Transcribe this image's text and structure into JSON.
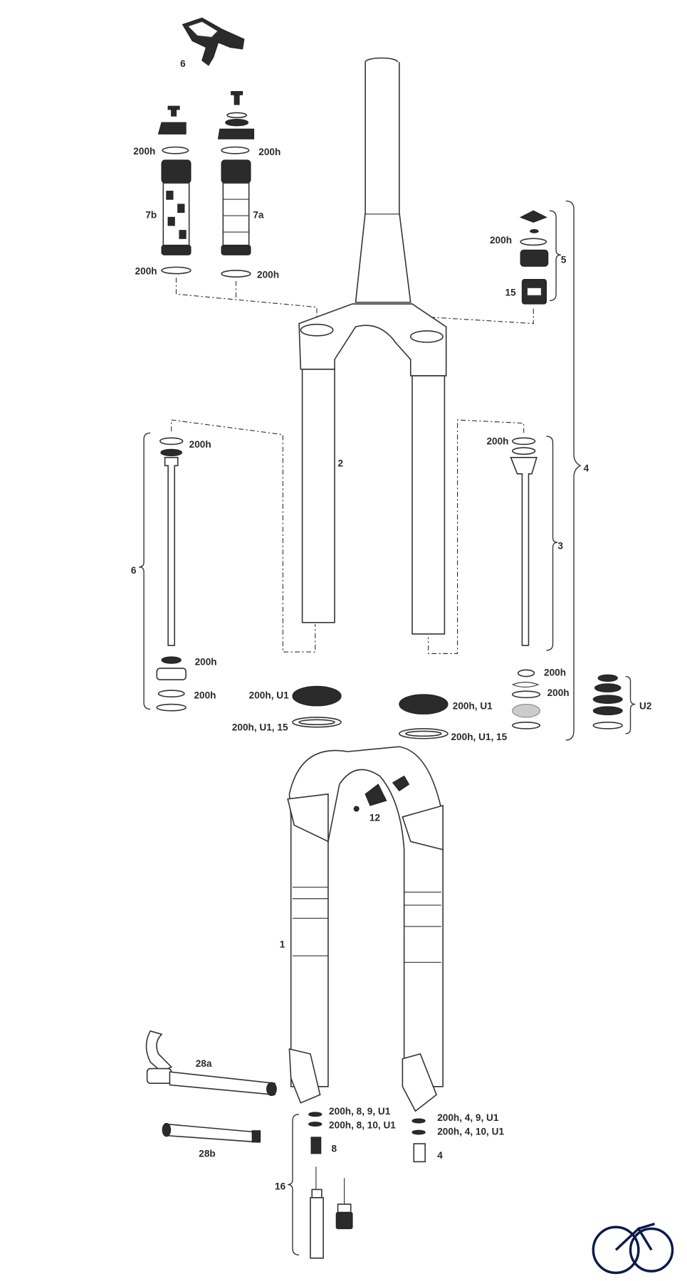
{
  "diagram": {
    "title": "Suspension fork exploded parts view",
    "labels": {
      "remote_lever": "6",
      "top_cap_left_seal_upper": "200h",
      "top_cap_right_seal_upper": "200h",
      "damper_7b": "7b",
      "damper_7a": "7a",
      "damper_7b_seal_lower": "200h",
      "damper_7a_seal_lower": "200h",
      "topcap_kit_seal": "200h",
      "topcap_kit": "5",
      "topcap_kit_15": "15",
      "crown_steerer": "2",
      "upper_assembly": "4",
      "left_shaft_seal": "200h",
      "left_shaft_group": "6",
      "right_shaft_seal": "200h",
      "right_shaft_group": "3",
      "left_bottom_seal1": "200h",
      "left_bottom_seal2": "200h",
      "left_wiper": "200h, U1",
      "left_foam_ring": "200h, U1, 15",
      "right_wiper": "200h, U1",
      "right_foam_ring": "200h, U1, 15",
      "right_bottom_seal1": "200h",
      "right_bottom_seal2": "200h",
      "upgrade_kit": "U2",
      "fender_bolt": "12",
      "lower_leg": "1",
      "axle_28a": "28a",
      "axle_28b": "28b",
      "left_bolt_seal1": "200h, 8, 9, U1",
      "left_bolt_seal2": "200h, 8, 10, U1",
      "left_bolt": "8",
      "right_bolt_seal1": "200h, 4, 9, U1",
      "right_bolt_seal2": "200h, 4, 10, U1",
      "right_bolt": "4",
      "tool_kit": "16"
    }
  }
}
